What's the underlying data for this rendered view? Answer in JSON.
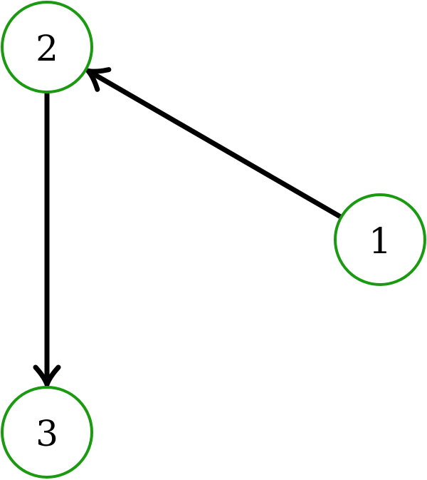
{
  "colors": {
    "node_stroke": "#1a9a10",
    "node_fill": "#ffffff",
    "edge": "#000000",
    "label": "#000000"
  },
  "nodes": [
    {
      "id": "1",
      "label": "1"
    },
    {
      "id": "2",
      "label": "2"
    },
    {
      "id": "3",
      "label": "3"
    }
  ],
  "edges": [
    {
      "from": "1",
      "to": "2",
      "directed": true
    },
    {
      "from": "2",
      "to": "3",
      "directed": true
    }
  ]
}
